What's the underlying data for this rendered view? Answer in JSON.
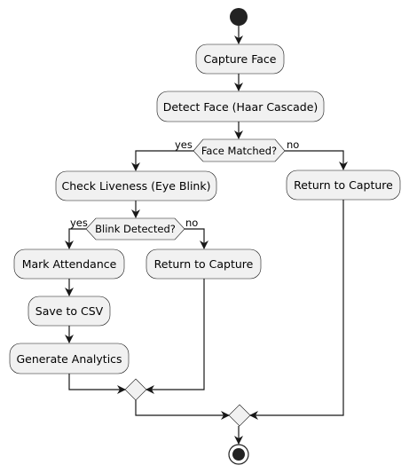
{
  "diagram": {
    "actions": {
      "capture_face": "Capture Face",
      "detect_face": "Detect Face (Haar Cascade)",
      "check_liveness": "Check Liveness (Eye Blink)",
      "return_capture_outer": "Return to Capture",
      "mark_attendance": "Mark Attendance",
      "return_capture_inner": "Return to Capture",
      "save_csv": "Save to CSV",
      "generate_analytics": "Generate Analytics"
    },
    "decisions": {
      "face_matched": {
        "question": "Face Matched?",
        "yes_label": "yes",
        "no_label": "no"
      },
      "blink_detected": {
        "question": "Blink Detected?",
        "yes_label": "yes",
        "no_label": "no"
      }
    },
    "colors": {
      "node_fill": "#f1f1f1",
      "stroke": "#181818",
      "terminal": "#222222"
    }
  }
}
